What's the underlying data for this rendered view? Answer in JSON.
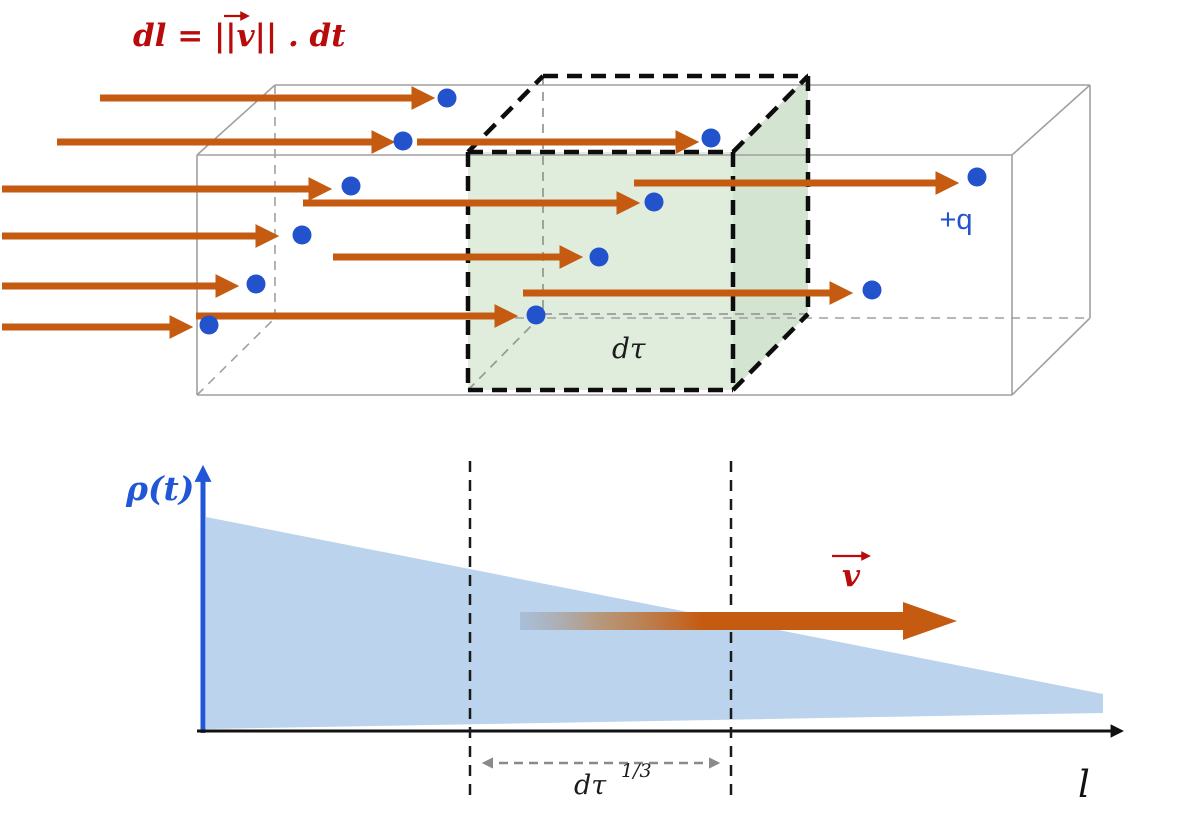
{
  "figure": {
    "title_formula": {
      "prefix": "dl = ||",
      "v": "v",
      "suffix": "|| . dt"
    },
    "box": {
      "charge_label": "+q",
      "volume_label": "dτ"
    },
    "graph": {
      "y_axis_label": "ρ(t)",
      "x_axis_label": "l",
      "width_label_base": "dτ",
      "width_label_exp": "1/3",
      "velocity_label": "v"
    }
  },
  "colors": {
    "arrow_orange": "#c55a11",
    "charge_blue": "#2353cc",
    "formula_red": "#b80b0b",
    "axis_blue": "#2156d6",
    "box_gray": "#a0a0a0",
    "cube_green": "#d5e7d1",
    "density_fill": "#b7d1eb"
  }
}
